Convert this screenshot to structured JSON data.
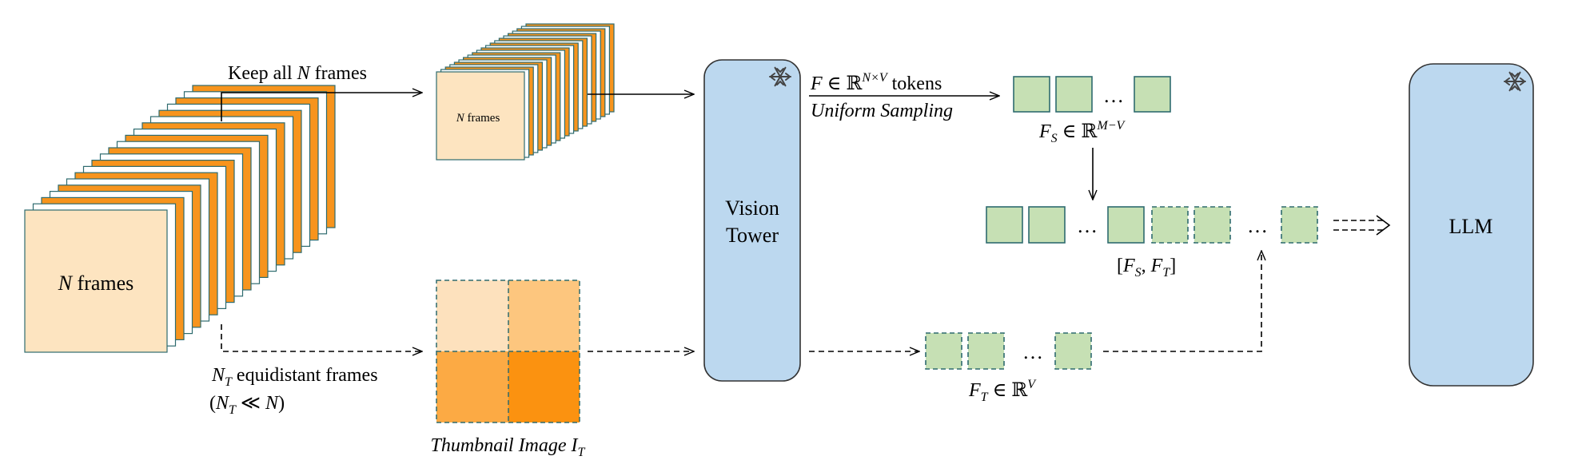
{
  "left_stack": {
    "front_label_var": "N",
    "front_label_text": "frames"
  },
  "top_branch": {
    "label_prefix": "Keep all",
    "label_var": "N",
    "label_suffix": "frames",
    "stack_label_var": "N",
    "stack_label_text": "frames"
  },
  "bottom_branch": {
    "label_var": "N",
    "label_sub": "T",
    "label_text": "equidistant frames",
    "cond_open": "(",
    "cond_var1": "N",
    "cond_sub": "T",
    "cond_rel": "≪",
    "cond_var2": "N",
    "cond_close": ")",
    "thumb_caption": "Thumbnail Image",
    "thumb_var": "I",
    "thumb_sub": "T",
    "thumb_colors": [
      "#fde1bd",
      "#fdc67e",
      "#fcaa44",
      "#fb9210"
    ]
  },
  "vision_tower": {
    "line1": "Vision",
    "line2": "Tower",
    "frozen_icon": "snowflake-icon"
  },
  "llm": {
    "label": "LLM",
    "frozen_icon": "snowflake-icon"
  },
  "sampling": {
    "top_var": "F",
    "top_in": "∈",
    "top_R": "ℝ",
    "top_sup": "N×V",
    "top_text": "tokens",
    "bottom_text": "Uniform Sampling"
  },
  "fs_label": {
    "var": "F",
    "sub": "S",
    "in": "∈",
    "R": "ℝ",
    "sup": "M−V"
  },
  "ft_label": {
    "var": "F",
    "sub": "T",
    "in": "∈",
    "R": "ℝ",
    "sup": "V"
  },
  "concat_label": {
    "open": "[",
    "v1": "F",
    "s1": "S",
    "comma": ",",
    "v2": "F",
    "s2": "T",
    "close": "]"
  },
  "ellipsis": "…",
  "colors": {
    "orange_dark": "#f7941d",
    "orange_front": "#fde4c0",
    "blue_box": "#bcd8ef",
    "green_token": "#c6e0b4",
    "green_stroke": "#2e6b6f"
  }
}
